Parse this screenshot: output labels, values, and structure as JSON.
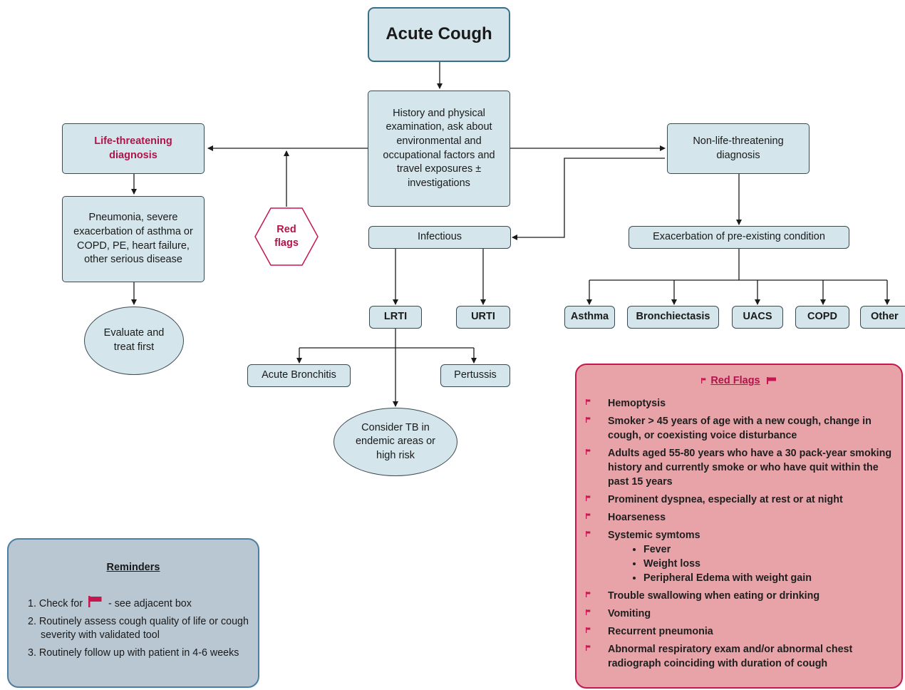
{
  "title": "Acute Cough",
  "history": "History and physical examination, ask about environmental and occupational factors and travel exposures ± investigations",
  "life_threatening": "Life-threatening diagnosis",
  "life_threatening_examples": "Pneumonia, severe exacerbation of asthma or COPD, PE, heart failure, other serious disease",
  "evaluate": "Evaluate and treat first",
  "red_flags_hex": "Red flags",
  "non_life_threatening": "Non-life-threatening diagnosis",
  "infectious": "Infectious",
  "lrti": "LRTI",
  "urti": "URTI",
  "acute_bronchitis": "Acute Bronchitis",
  "pertussis": "Pertussis",
  "consider_tb": "Consider TB in endemic areas or high risk",
  "exacerbation": "Exacerbation of pre-existing condition",
  "conditions": [
    "Asthma",
    "Bronchiectasis",
    "UACS",
    "COPD",
    "Other"
  ],
  "red_flags_box": {
    "title": "Red Flags",
    "items": [
      "Hemoptysis",
      "Smoker > 45 years of age with a new cough, change in cough, or coexisting voice disturbance",
      "Adults aged 55-80 years who have a 30 pack-year smoking history and currently smoke or who have quit within the past 15 years",
      "Prominent dyspnea, especially at rest or at night",
      "Hoarseness",
      "Systemic symtoms",
      "Trouble swallowing when eating or drinking",
      "Vomiting",
      "Recurrent pneumonia",
      "Abnormal respiratory exam and/or abnormal chest radiograph coinciding with duration of cough"
    ],
    "systemic_sub": [
      "Fever",
      "Weight loss",
      "Peripheral Edema with weight gain"
    ]
  },
  "reminders": {
    "title": "Reminders",
    "item1_prefix": "1. Check for",
    "item1_suffix": "- see adjacent box",
    "item2": "2. Routinely assess cough quality of life or cough severity with validated tool",
    "item3": "3. Routinely follow up with patient in 4-6 weeks"
  },
  "colors": {
    "box_fill": "#d4e6ec",
    "red": "#c4174f",
    "red_flags_fill": "#e8a3a8",
    "reminders_fill": "#b9c7d2"
  }
}
